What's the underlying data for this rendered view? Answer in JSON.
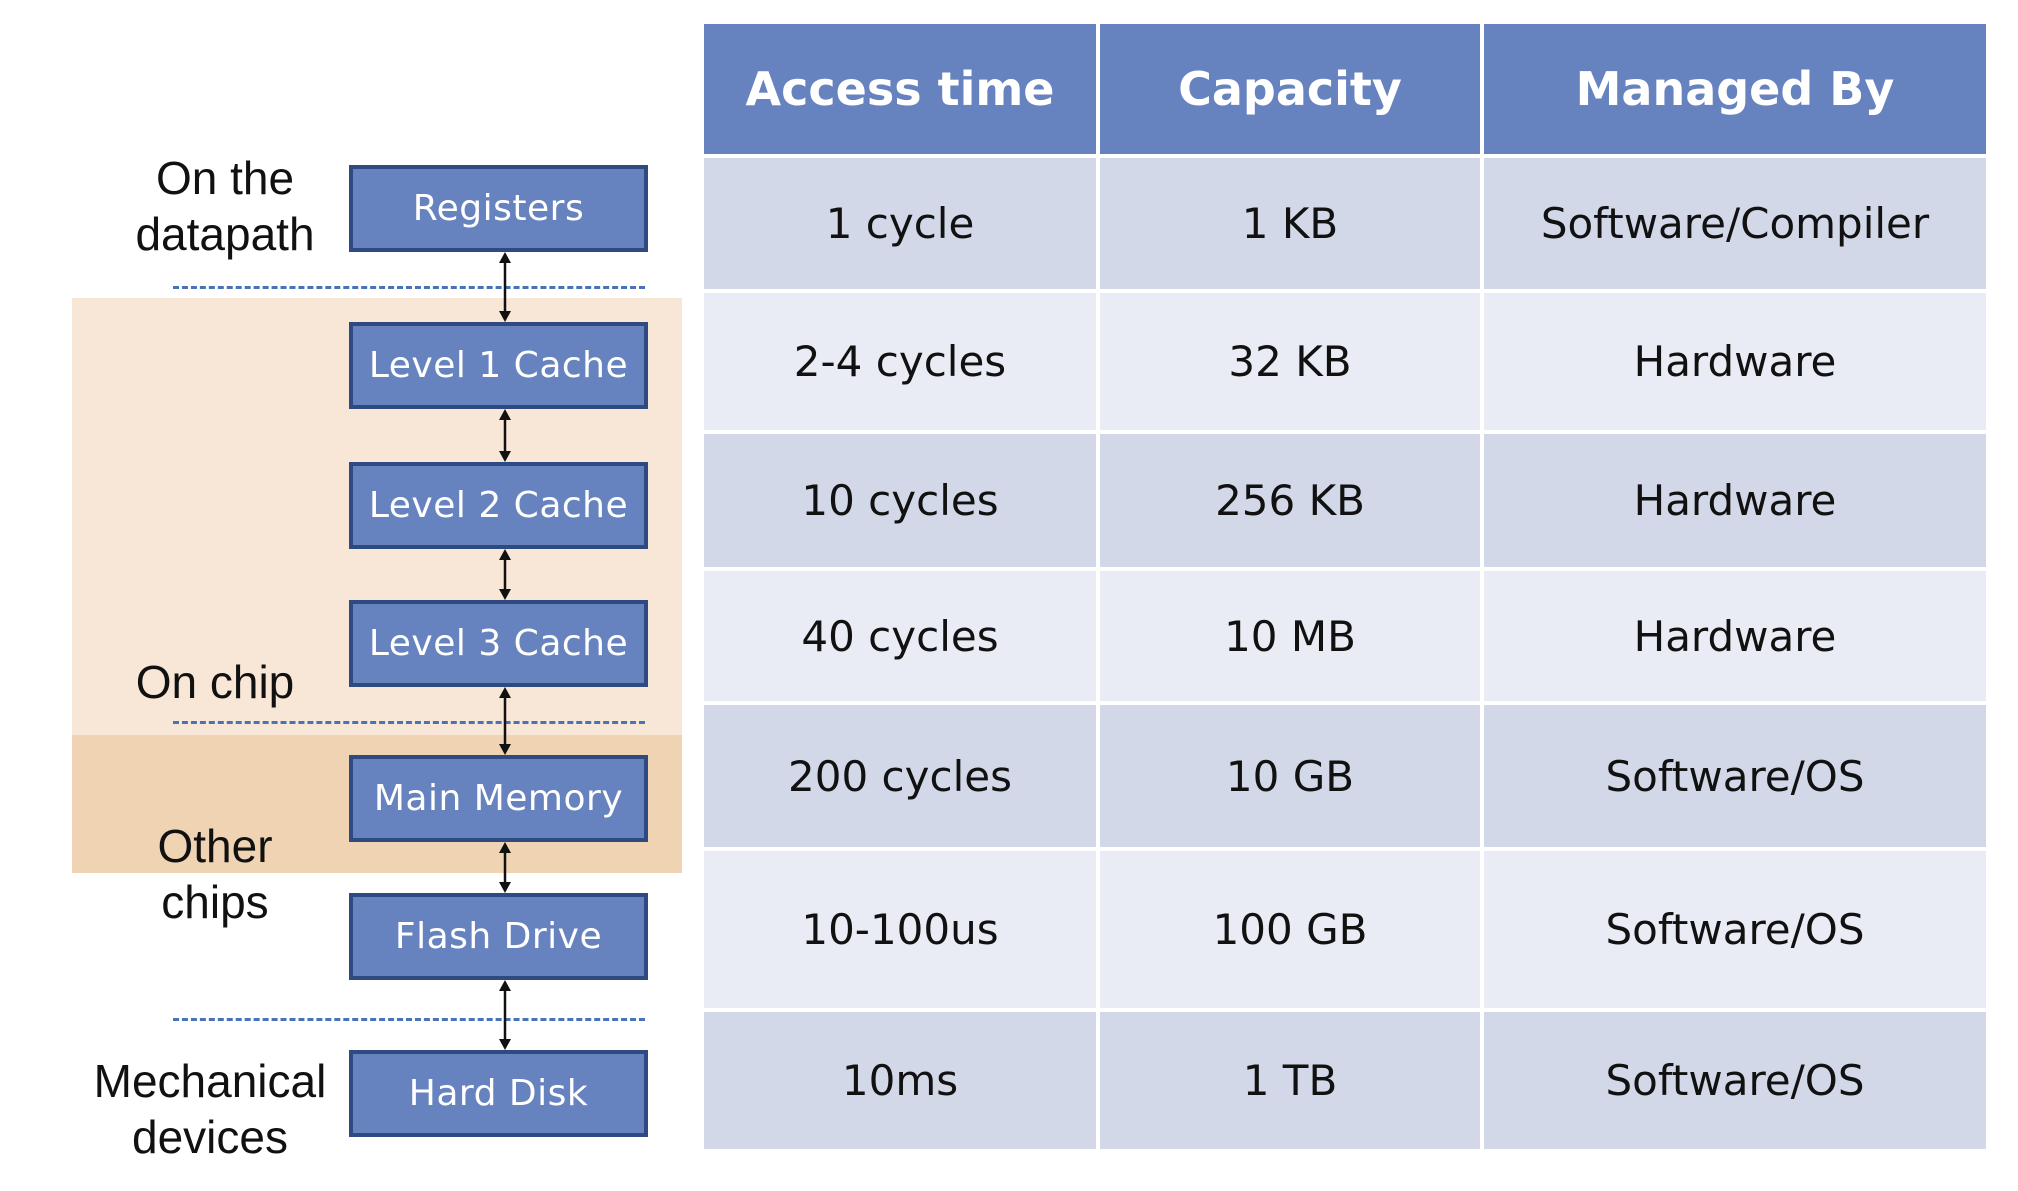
{
  "colors": {
    "box_fill": "#6783bf",
    "box_border": "#2f4a80",
    "on_chip_band": "#f8e6d6",
    "other_chips_band": "#f0d3b2",
    "divider": "#4a72b8",
    "header_fill": "#6783bf",
    "row_dark": "#d2d8e8",
    "row_light": "#e9ecf4"
  },
  "zones": {
    "datapath": "On the\ndatapath",
    "on_chip": "On chip",
    "other_chips": "Other\nchips",
    "mechanical": "Mechanical\ndevices"
  },
  "levels": [
    "Registers",
    "Level 1 Cache",
    "Level 2 Cache",
    "Level 3 Cache",
    "Main Memory",
    "Flash Drive",
    "Hard Disk"
  ],
  "table": {
    "headers": [
      "Access time",
      "Capacity",
      "Managed By"
    ],
    "rows": [
      [
        "1 cycle",
        "1 KB",
        "Software/Compiler"
      ],
      [
        "2-4 cycles",
        "32 KB",
        "Hardware"
      ],
      [
        "10 cycles",
        "256 KB",
        "Hardware"
      ],
      [
        "40 cycles",
        "10 MB",
        "Hardware"
      ],
      [
        "200 cycles",
        "10 GB",
        "Software/OS"
      ],
      [
        "10-100us",
        "100 GB",
        "Software/OS"
      ],
      [
        "10ms",
        "1 TB",
        "Software/OS"
      ]
    ]
  }
}
